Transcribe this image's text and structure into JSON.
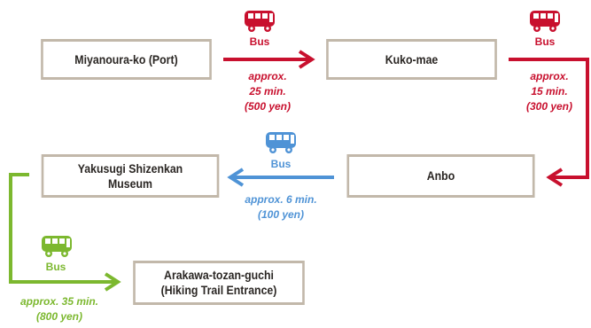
{
  "colors": {
    "red": "#c8102e",
    "blue": "#4f93d6",
    "green": "#7cb82f",
    "box_border": "#c2b8aa",
    "text": "#2a2623"
  },
  "nodes": {
    "miyanoura": "Miyanoura-ko (Port)",
    "kuko_mae": "Kuko-mae",
    "anbo": "Anbo",
    "yakusugi": "Yakusugi Shizenkan\nMuseum",
    "arakawa": "Arakawa-tozan-guchi\n(Hiking Trail Entrance)"
  },
  "legs": {
    "miyanoura_kuko": {
      "mode": "Bus",
      "time": "approx.\n25 min.\n(500 yen)",
      "color": "red",
      "icon": "bus-icon"
    },
    "kuko_anbo": {
      "mode": "Bus",
      "time": "approx.\n15 min.\n(300 yen)",
      "color": "red",
      "icon": "bus-icon"
    },
    "anbo_yakusugi": {
      "mode": "Bus",
      "time": "approx. 6 min.\n(100 yen)",
      "color": "blue",
      "icon": "bus-icon"
    },
    "yakusugi_arakawa": {
      "mode": "Bus",
      "time": "approx. 35 min.\n(800 yen)",
      "color": "green",
      "icon": "bus-icon"
    }
  }
}
